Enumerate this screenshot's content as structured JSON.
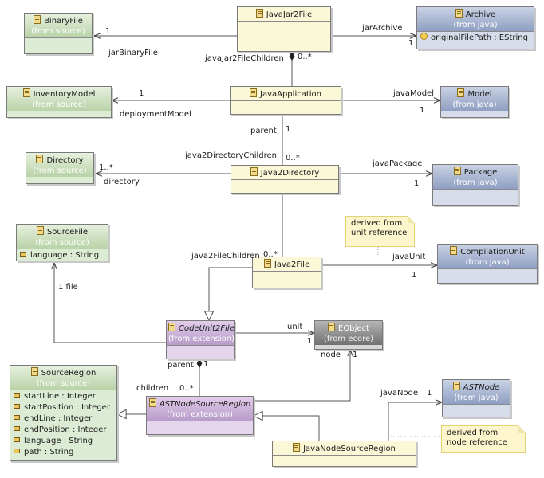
{
  "classes": {
    "binaryfile": {
      "name": "BinaryFile",
      "from": "(from source)",
      "attrs": []
    },
    "javajar2file": {
      "name": "JavaJar2File",
      "from": "",
      "attrs": []
    },
    "archive": {
      "name": "Archive",
      "from": "(from java)",
      "attrs": [
        "originalFilePath : EString"
      ]
    },
    "inventorymodel": {
      "name": "InventoryModel",
      "from": "(from source)",
      "attrs": []
    },
    "javaapplication": {
      "name": "JavaApplication",
      "from": "",
      "attrs": []
    },
    "model": {
      "name": "Model",
      "from": "(from java)",
      "attrs": []
    },
    "directory": {
      "name": "Directory",
      "from": "(from source)",
      "attrs": []
    },
    "java2directory": {
      "name": "Java2Directory",
      "from": "",
      "attrs": []
    },
    "package": {
      "name": "Package",
      "from": "(from java)",
      "attrs": []
    },
    "sourcefile": {
      "name": "SourceFile",
      "from": "(from source)",
      "attrs": [
        "language : String"
      ]
    },
    "java2file": {
      "name": "Java2File",
      "from": "",
      "attrs": []
    },
    "compilationunit": {
      "name": "CompilationUnit",
      "from": "(from java)",
      "attrs": []
    },
    "codeunit2file": {
      "name": "CodeUnit2File",
      "from": "(from extension)",
      "attrs": []
    },
    "eobject": {
      "name": "EObject",
      "from": "(from ecore)",
      "attrs": []
    },
    "sourceregion": {
      "name": "SourceRegion",
      "from": "(from source)",
      "attrs": [
        "startLine : Integer",
        "startPosition : Integer",
        "endLine : Integer",
        "endPosition : Integer",
        "language : String",
        "path : String"
      ]
    },
    "astnodesourceregion": {
      "name": "ASTNodeSourceRegion",
      "from": "(from extension)",
      "attrs": []
    },
    "astnode": {
      "name": "ASTNode",
      "from": "(from java)",
      "attrs": []
    },
    "javanodesourceregion": {
      "name": "JavaNodeSourceRegion",
      "from": "",
      "attrs": []
    }
  },
  "labels": {
    "jar_binary_mult": "1",
    "jar_binary_role": "jarBinaryFile",
    "jar_archive_role": "jarArchive",
    "jar_archive_mult": "1",
    "jar_children_role": "javaJar2FileChildren",
    "jar_children_mult": "0..*",
    "app_deploy_mult": "1",
    "app_deploy_role": "deploymentModel",
    "app_model_role": "javaModel",
    "app_model_mult": "1",
    "dir_parent_role": "parent",
    "dir_parent_mult": "1",
    "dir_children_role": "java2DirectoryChildren",
    "dir_children_mult": "0..*",
    "dir_directory_mult": "1..*",
    "dir_directory_role": "directory",
    "dir_package_role": "javaPackage",
    "dir_package_mult": "1",
    "file_children_role": "java2FileChildren",
    "file_children_mult": "0..*",
    "file_unit_role": "javaUnit",
    "file_unit_mult": "1",
    "cu_file_label": "1 file",
    "cu_unit_role": "unit",
    "cu_unit_mult": "1",
    "cu_parent_role": "parent",
    "cu_parent_mult": "1",
    "ast_children_role": "children",
    "ast_children_mult": "0..*",
    "ast_node_role": "node",
    "ast_node_mult": "1",
    "jn_javanode_role": "javaNode",
    "jn_javanode_mult": "1"
  },
  "notes": {
    "derived_unit": "derived from unit reference",
    "derived_node": "derived from node reference"
  },
  "colors": {
    "line": "#555555",
    "source_package": "#dcebd3",
    "java_package": "#d6dce9",
    "local_class": "#fbf8d8",
    "extension_package": "#e4d4ec",
    "ecore_package": "#707070"
  }
}
